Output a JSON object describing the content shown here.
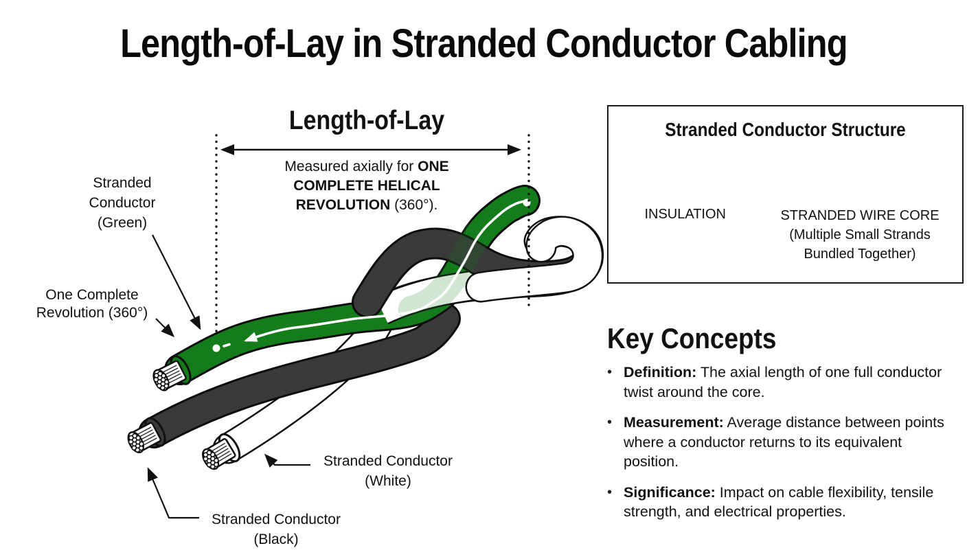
{
  "title": "Length-of-Lay in Stranded Conductor Cabling",
  "diagram": {
    "heading": "Length-of-Lay",
    "note": {
      "l1a": "Measured axially for ",
      "l1b": "ONE",
      "l2": "COMPLETE HELICAL",
      "l3a": "REVOLUTION",
      "l3b": " (360°)."
    },
    "labels": {
      "green": "Stranded\nConductor\n(Green)",
      "revolution": "One Complete\nRevolution (360°)",
      "white": "Stranded Conductor\n(White)",
      "black": "Stranded Conductor\n(Black)"
    },
    "colors": {
      "green_cable": "#157c1c",
      "green_dark_cap": "#0e5a15",
      "black_cable": "#3a3a3a",
      "white_cable": "#ffffff",
      "outline": "#111111"
    }
  },
  "structure_box": {
    "title": "Stranded Conductor Structure",
    "insulation_label": "INSULATION",
    "core_label": "STRANDED WIRE CORE\n(Multiple Small Strands\nBundled Together)"
  },
  "key_concepts": {
    "heading": "Key Concepts",
    "bullet_char": "•",
    "items": [
      {
        "term": "Definition:",
        "text": " The axial length of one full conductor twist around the core."
      },
      {
        "term": "Measurement:",
        "text": " Average distance between points where a conductor returns to its equivalent position."
      },
      {
        "term": "Significance:",
        "text": " Impact on cable flexibility, tensile strength, and electrical properties."
      }
    ]
  }
}
